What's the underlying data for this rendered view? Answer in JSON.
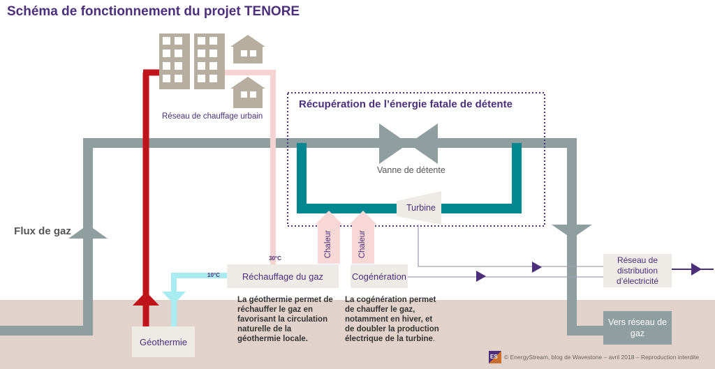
{
  "title": "Schéma de fonctionnement du projet TENORE",
  "flux_label": "Flux de gaz",
  "reseau_chauffage": "Réseau de chauffage urbain",
  "recuperation_title": "Récupération de l’énergie fatale de détente",
  "vanne": "Vanne de détente",
  "turbine": "Turbine",
  "chaleur": "Chaleur",
  "rechauffage": "Réchauffage du gaz",
  "cogeneration": "Cogénération",
  "geothermie": "Géothermie",
  "temp_30": "30°C",
  "temp_10": "10°C",
  "reseau_electricite": "Réseau de distribution d’électricité",
  "vers_reseau_gaz": "Vers réseau de gaz",
  "note_geothermie": "La géothermie permet de réchauffer le gaz en favorisant la circulation naturelle de la géothermie locale.",
  "note_cogeneration_main": "La cogénération permet de chauffer le gaz, notamment en hiver, et de doubler la production électrique de la turbine",
  "note_cogeneration_end": ".",
  "logo_text": "ES",
  "footer": "© EnergyStream, blog de Wavestone – avril 2018 – Reproduction interdite",
  "colors": {
    "title": "#4b2f7a",
    "gas_pipe": "#8f9e9e",
    "hot_pipe": "#c0141c",
    "warm_pipe": "#f6d3d3",
    "cold_pipe": "#a8ecf2",
    "loop_pipe": "#00878f",
    "ground": "#e2d2cc",
    "arrow_purple": "#4b2f7a"
  }
}
